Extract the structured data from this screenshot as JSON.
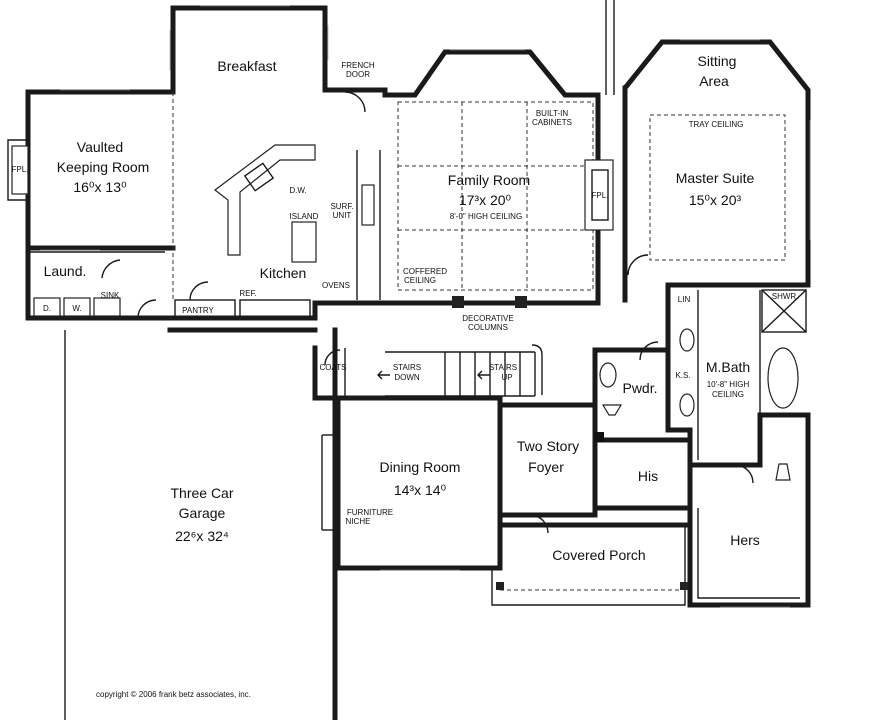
{
  "rooms": {
    "breakfast": "Breakfast",
    "keeping_name": "Vaulted",
    "keeping_name2": "Keeping Room",
    "keeping_size": "16⁰x 13⁰",
    "kitchen": "Kitchen",
    "family_name": "Family Room",
    "family_size": "17³x 20⁰",
    "family_ceiling": "8'-0\" HIGH CEILING",
    "sitting1": "Sitting",
    "sitting2": "Area",
    "master_name": "Master Suite",
    "master_size": "15⁰x 20³",
    "laundry": "Laund.",
    "mbath": "M.Bath",
    "mbath_ceiling1": "10'-8\" HIGH",
    "mbath_ceiling2": "CEILING",
    "powder": "Pwdr.",
    "foyer1": "Two Story",
    "foyer2": "Foyer",
    "dining_name": "Dining Room",
    "dining_size": "14³x 14⁰",
    "garage1": "Three Car",
    "garage2": "Garage",
    "garage_size": "22⁶x 32⁴",
    "his": "His",
    "hers": "Hers",
    "porch": "Covered Porch"
  },
  "labels": {
    "french1": "FRENCH",
    "french2": "DOOR",
    "builtin1": "BUILT-IN",
    "builtin2": "CABINETS",
    "tray": "TRAY CEILING",
    "fpl_left": "FPL.",
    "fpl_family": "FPL.",
    "dw": "D.W.",
    "island": "ISLAND",
    "surf1": "SURF.",
    "surf2": "UNIT",
    "ovens": "OVENS",
    "coffered1": "COFFERED",
    "coffered2": "CEILING",
    "deco1": "DECORATIVE",
    "deco2": "COLUMNS",
    "sink": "SINK",
    "washer": "W.",
    "dryer": "D.",
    "pantry": "PANTRY",
    "ref": "REF.",
    "coats": "COATS",
    "stairs_down1": "STAIRS",
    "stairs_down2": "DOWN",
    "stairs_up1": "STAIRS",
    "stairs_up2": "UP",
    "lin": "LIN",
    "shwr": "SHWR",
    "ks": "K.S.",
    "niche1": "FURNITURE",
    "niche2": "NICHE"
  },
  "copyright": "copyright © 2006 frank betz associates, inc."
}
